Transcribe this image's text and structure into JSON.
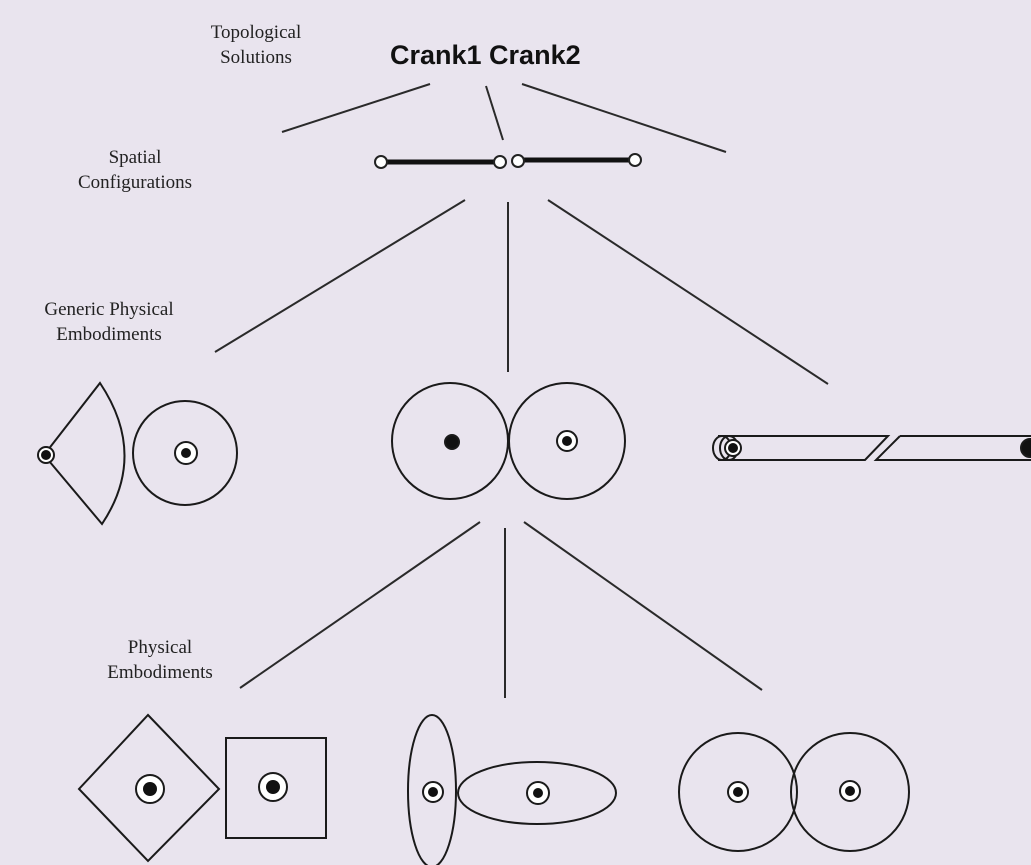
{
  "labels": {
    "topological": [
      "Topological",
      "Solutions"
    ],
    "spatial": [
      "Spatial",
      "Configurations"
    ],
    "generic": [
      "Generic Physical",
      "Embodiments"
    ],
    "physical": [
      "Physical",
      "Embodiments"
    ]
  },
  "title": "Crank1 Crank2"
}
